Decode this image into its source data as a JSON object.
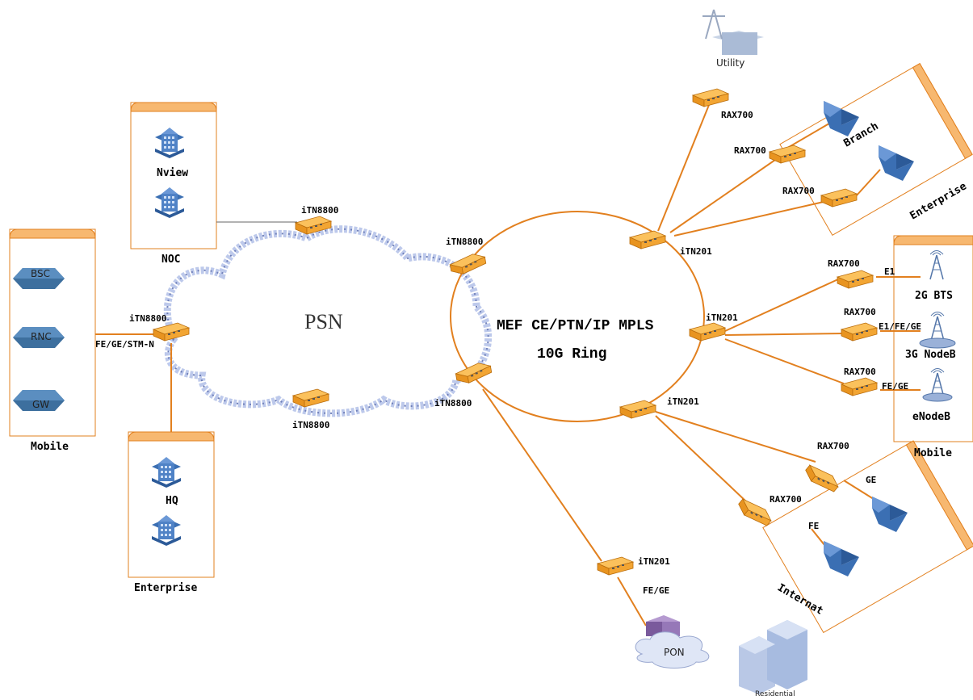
{
  "colors": {
    "link": "#e2801f",
    "device": "#f5a623",
    "building": "#3b6fb3",
    "cloud": "#b9c6ea",
    "panel": "#e2801f"
  },
  "psn": {
    "label": "PSN"
  },
  "ring": {
    "line1": "MEF CE/PTN/IP MPLS",
    "line2": "10G Ring"
  },
  "panels": {
    "noc": {
      "title": "NOC",
      "nview": "Nview"
    },
    "mobile_left": {
      "title": "Mobile",
      "bsc": "BSC",
      "rnc": "RNC",
      "gw": "GW"
    },
    "enterprise_left": {
      "title": "Enterprise",
      "hq": "HQ"
    },
    "mobile_right": {
      "title": "Mobile",
      "bts": "2G BTS",
      "nodeb": "3G NodeB",
      "enodeb": "eNodeB"
    },
    "enterprise_right": {
      "title": "Enterprise",
      "branch": "Branch"
    },
    "internet": {
      "title": "Internat"
    }
  },
  "devices": {
    "itn8800_top": "iTN8800",
    "itn8800_right_top": "iTN8800",
    "itn8800_left": "iTN8800",
    "itn8800_bottom": "iTN8800",
    "itn8800_right_bottom": "iTN8800",
    "itn201_top": "iTN201",
    "itn201_mid": "iTN201",
    "itn201_low": "iTN201",
    "itn201_bottom": "iTN201",
    "rax700_utility": "RAX700",
    "rax700_branch1": "RAX700",
    "rax700_branch2": "RAX700",
    "rax700_bts": "RAX700",
    "rax700_nodeb": "RAX700",
    "rax700_enodeb": "RAX700",
    "rax700_internet1": "RAX700",
    "rax700_internet2": "RAX700"
  },
  "links": {
    "left_mobile": "FE/GE/STM-N",
    "bts": "E1",
    "nodeb": "E1/FE/GE",
    "enodeb": "FE/GE",
    "internet_ge": "GE",
    "internet_fe": "FE",
    "pon": "FE/GE"
  },
  "sites": {
    "utility": "Utility",
    "pon": "PON",
    "residential": "Residential"
  }
}
